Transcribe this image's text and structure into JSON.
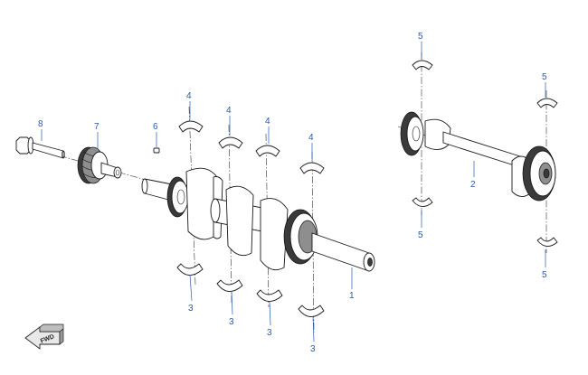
{
  "callouts": [
    {
      "id": "c8",
      "text": "8"
    },
    {
      "id": "c7",
      "text": "7"
    },
    {
      "id": "c6",
      "text": "6"
    },
    {
      "id": "c4a",
      "text": "4"
    },
    {
      "id": "c4b",
      "text": "4"
    },
    {
      "id": "c4c",
      "text": "4"
    },
    {
      "id": "c4d",
      "text": "4"
    },
    {
      "id": "c3a",
      "text": "3"
    },
    {
      "id": "c3b",
      "text": "3"
    },
    {
      "id": "c3c",
      "text": "3"
    },
    {
      "id": "c3d",
      "text": "3"
    },
    {
      "id": "c1",
      "text": "1"
    },
    {
      "id": "c2",
      "text": "2"
    },
    {
      "id": "c5a",
      "text": "5"
    },
    {
      "id": "c5b",
      "text": "5"
    },
    {
      "id": "c5c",
      "text": "5"
    },
    {
      "id": "c5d",
      "text": "5"
    }
  ],
  "fwd_label": "FWD",
  "colors": {
    "callout": "#2a5aa8",
    "line": "#1a1a1a"
  }
}
